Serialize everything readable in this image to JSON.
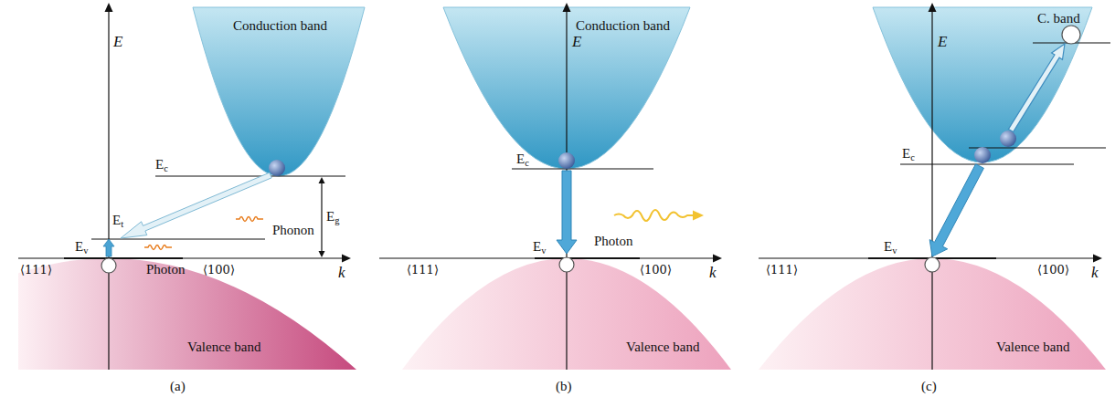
{
  "diagram": {
    "nodes": [
      {
        "text": [
          "Conduction band"
        ]
      },
      {
        "text": [
          "Valence band"
        ]
      },
      {
        "text": [
          "Conduction band"
        ]
      },
      {
        "text": [
          "Valence band"
        ]
      },
      {
        "text": [
          "C. band"
        ]
      },
      {
        "text": [
          "Valence band"
        ]
      }
    ],
    "edges": [
      {
        "from": 2,
        "to": 3,
        "arrow": "to"
      },
      {
        "from": 4,
        "to": 5,
        "arrow": "to"
      }
    ],
    "labels": [
      "E",
      "Ec",
      "Et",
      "Phonon",
      "Eg",
      "Photon",
      "Ev",
      "⟨111⟩",
      "⟨100⟩",
      "k",
      "(a)",
      "E",
      "Ec",
      "Photon",
      "Ev",
      "⟨111⟩",
      "⟨100⟩",
      "k",
      "(b)",
      "E",
      "Ec",
      "Ev",
      "⟨111⟩",
      "⟨100⟩",
      "k",
      "(c)"
    ]
  }
}
